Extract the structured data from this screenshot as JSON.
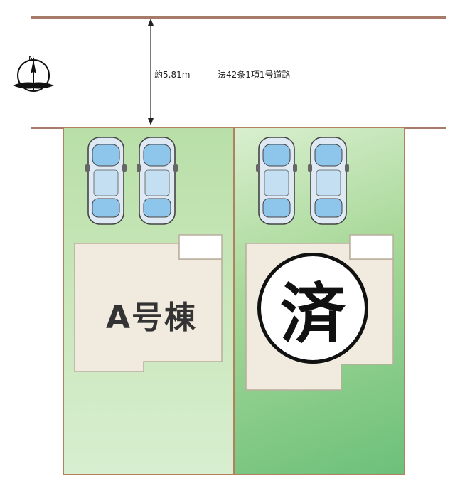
{
  "road": {
    "width_label": "約5.81m",
    "type_label": "法42条1項1号道路"
  },
  "compass": {
    "north_label": "N"
  },
  "lots": [
    {
      "id": "A",
      "label": "A号棟",
      "status": ""
    },
    {
      "id": "B",
      "label": "",
      "status": "済"
    }
  ],
  "colors": {
    "lot_border": "#b08060",
    "road_line": "#a77a6a",
    "building": "#f1ebdf",
    "lot_green_light": "#cbe8bd",
    "lot_green_dark": "#6cc07a"
  }
}
